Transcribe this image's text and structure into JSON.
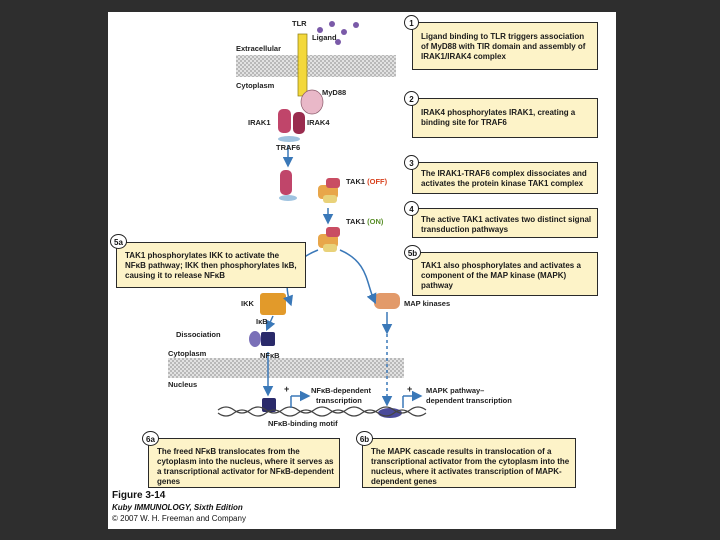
{
  "steps": {
    "s1": {
      "num": "1",
      "text": "Ligand binding to TLR triggers association of MyD88 with TIR domain and assembly of IRAK1/IRAK4 complex"
    },
    "s2": {
      "num": "2",
      "text": "IRAK4 phosphorylates IRAK1, creating a binding site for TRAF6"
    },
    "s3": {
      "num": "3",
      "text": "The IRAK1-TRAF6 complex dissociates and activates the protein kinase TAK1 complex"
    },
    "s4": {
      "num": "4",
      "text": "The active TAK1 activates two distinct signal transduction pathways"
    },
    "s5a": {
      "num": "5a",
      "text": "TAK1 phosphorylates IKK to activate the NFκB pathway; IKK then phosphorylates IκB, causing it to release NFκB"
    },
    "s5b": {
      "num": "5b",
      "text": "TAK1 also phosphorylates and activates a component of the MAP kinase (MAPK) pathway"
    },
    "s6a": {
      "num": "6a",
      "text": "The freed NFκB translocates from the cytoplasm into the nucleus, where it serves as a transcriptional activator for NFκB-dependent genes"
    },
    "s6b": {
      "num": "6b",
      "text": "The MAPK cascade results in translocation of a transcriptional activator from the cytoplasm into the nucleus, where it activates transcription of MAPK-dependent genes"
    }
  },
  "labels": {
    "tlr": "TLR",
    "ligand": "Ligand",
    "extracellular": "Extracellular",
    "cytoplasm": "Cytoplasm",
    "myd88": "MyD88",
    "irak1": "IRAK1",
    "irak4": "IRAK4",
    "traf6": "TRAF6",
    "tak1": "TAK1",
    "off": "(OFF)",
    "on": "(ON)",
    "ikk": "IKK",
    "ikb": "IκB",
    "dissociation": "Dissociation",
    "cytoplasm2": "Cytoplasm",
    "nucleus": "Nucleus",
    "nfkb": "NFκB",
    "map_kinases": "MAP kinases",
    "nfkb_dep": "NFκB-dependent",
    "transcription": "transcription",
    "mapk_dep1": "MAPK pathway–",
    "mapk_dep2": "dependent transcription",
    "motif": "NFκB-binding motif",
    "plus1": "+",
    "plus2": "+"
  },
  "caption": {
    "figure": "Figure 3-14",
    "book": "Kuby IMMUNOLOGY, Sixth Edition",
    "copyright": "© 2007 W. H. Freeman and Company"
  },
  "colors": {
    "box_fill": "#fdf3c8",
    "off": "#d8421e",
    "on": "#5a8f2a",
    "membrane": "#d4d4d4"
  }
}
